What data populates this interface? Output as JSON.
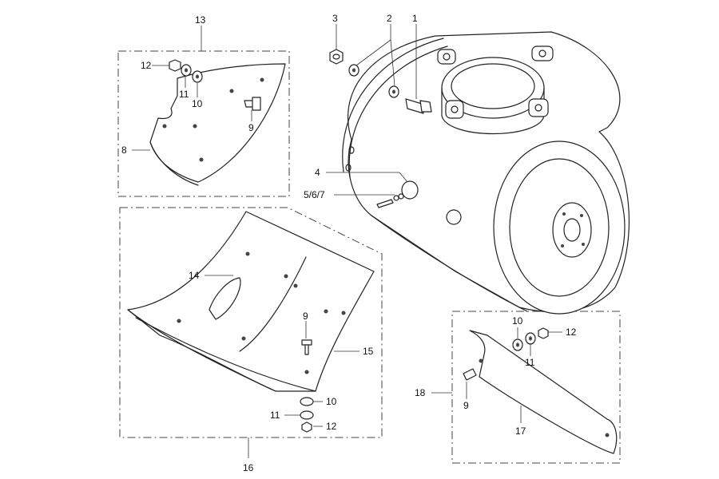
{
  "figure": {
    "type": "exploded-parts-diagram"
  },
  "callouts": [
    {
      "id": "c1",
      "text": "1"
    },
    {
      "id": "c2",
      "text": "2"
    },
    {
      "id": "c3",
      "text": "3"
    },
    {
      "id": "c4",
      "text": "4"
    },
    {
      "id": "c5",
      "text": "5/6/7"
    },
    {
      "id": "c13",
      "text": "13"
    },
    {
      "id": "c12a",
      "text": "12"
    },
    {
      "id": "c11a",
      "text": "11"
    },
    {
      "id": "c10a",
      "text": "10"
    },
    {
      "id": "c9a",
      "text": "9"
    },
    {
      "id": "c8",
      "text": "8"
    },
    {
      "id": "c14",
      "text": "14"
    },
    {
      "id": "c9b",
      "text": "9"
    },
    {
      "id": "c15",
      "text": "15"
    },
    {
      "id": "c10b",
      "text": "10"
    },
    {
      "id": "c11b",
      "text": "11"
    },
    {
      "id": "c12b",
      "text": "12"
    },
    {
      "id": "c16",
      "text": "16"
    },
    {
      "id": "c10c",
      "text": "10"
    },
    {
      "id": "c12c",
      "text": "12"
    },
    {
      "id": "c11c",
      "text": "11"
    },
    {
      "id": "c18",
      "text": "18"
    },
    {
      "id": "c9c",
      "text": "9"
    },
    {
      "id": "c17",
      "text": "17"
    }
  ],
  "colors": {
    "line": "#222222",
    "background": "#ffffff"
  }
}
